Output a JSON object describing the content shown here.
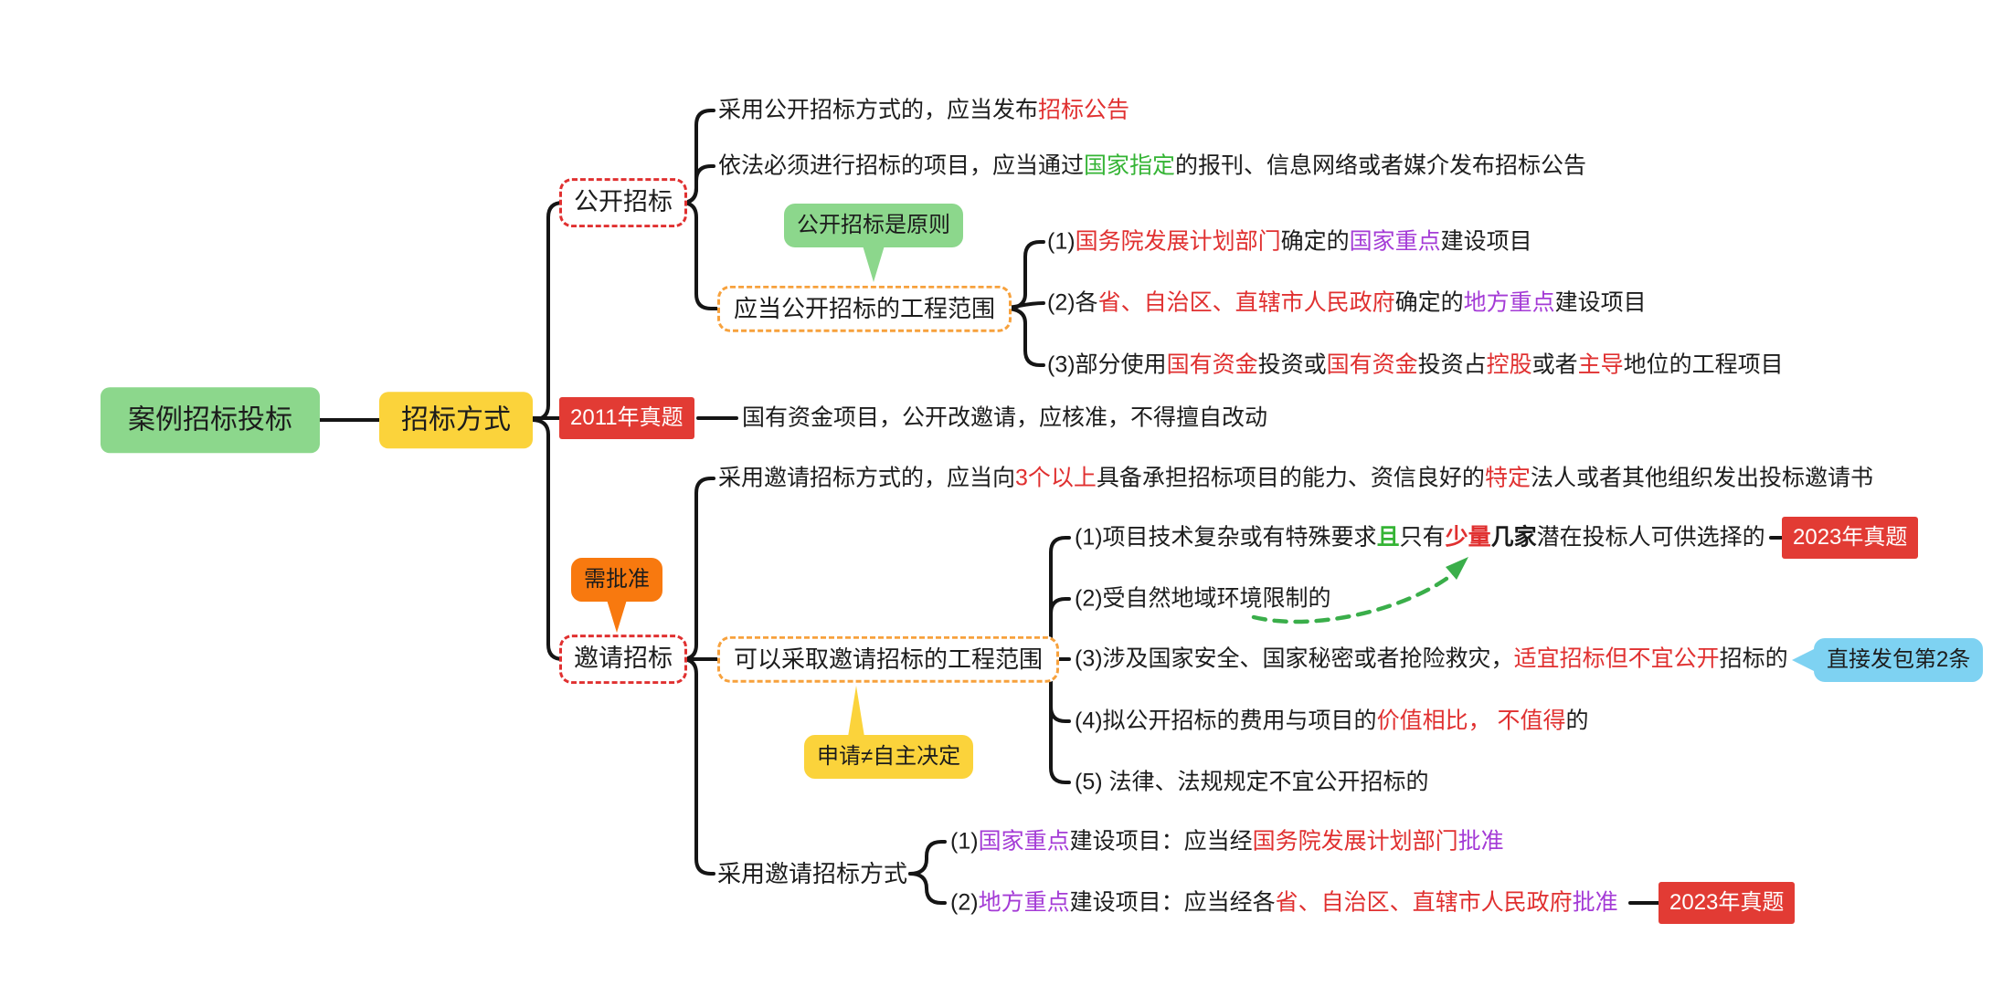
{
  "colors": {
    "line": "#151515",
    "node_green": "#8CD78C",
    "node_yellow": "#FBD33B",
    "badge_red": "#E23B34",
    "dashed_red_border": "#E03030",
    "dashed_orange_border": "#F7A13C",
    "callout_orange": "#F8790F",
    "callout_blue": "#7ED2F2",
    "text_red": "#E03030",
    "text_purple": "#A43BD6",
    "text_green": "#35B435",
    "hint_arrow_green": "#3AAE4A"
  },
  "nodes": {
    "root": {
      "label": "案例招标投标"
    },
    "method": {
      "label": "招标方式"
    },
    "open": {
      "label": "公开招标",
      "principle_callout": "公开招标是原则",
      "rule_announce": [
        {
          "t": "采用公开招标方式的，应当发布"
        },
        {
          "t": "招标公告",
          "c": "red"
        }
      ],
      "rule_media": [
        {
          "t": "依法必须进行招标的项目，应当通过"
        },
        {
          "t": "国家指定",
          "c": "green"
        },
        {
          "t": "的报刊、信息网络或者媒介发布招标公告"
        }
      ],
      "scope": {
        "label": "应当公开招标的工程范围",
        "items": [
          [
            {
              "t": "(1)"
            },
            {
              "t": "国务院发展计划部门",
              "c": "red"
            },
            {
              "t": "确定的"
            },
            {
              "t": "国家重点",
              "c": "purple"
            },
            {
              "t": "建设项目"
            }
          ],
          [
            {
              "t": "(2)各"
            },
            {
              "t": "省、自治区、直辖市人民政府",
              "c": "red"
            },
            {
              "t": "确定的"
            },
            {
              "t": "地方重点",
              "c": "purple"
            },
            {
              "t": "建设项目"
            }
          ],
          [
            {
              "t": "(3)部分使用"
            },
            {
              "t": "国有资金",
              "c": "red"
            },
            {
              "t": "投资或"
            },
            {
              "t": "国有资金",
              "c": "red"
            },
            {
              "t": "投资占"
            },
            {
              "t": "控股",
              "c": "red"
            },
            {
              "t": "或者"
            },
            {
              "t": "主导",
              "c": "red"
            },
            {
              "t": "地位的工程项目"
            }
          ]
        ]
      }
    },
    "exam2011": {
      "badge": "2011年真题",
      "note": [
        {
          "t": "国有资金项目，公开改邀请，应核准，不得擅自改动"
        }
      ]
    },
    "invite": {
      "label": "邀请招标",
      "approval_callout": "需批准",
      "rule": [
        {
          "t": "采用邀请招标方式的，应当向"
        },
        {
          "t": "3个以上",
          "c": "red"
        },
        {
          "t": "具备承担招标项目的能力、资信良好的"
        },
        {
          "t": "特定",
          "c": "red"
        },
        {
          "t": "法人或者其他组织发出投标邀请书"
        }
      ],
      "scope": {
        "label": "可以采取邀请招标的工程范围",
        "apply_callout": "申请≠自主决定",
        "item1_badge": "2023年真题",
        "item3_callout": "直接发包第2条",
        "items": [
          [
            {
              "t": "(1)项目技术复杂或有特殊要求"
            },
            {
              "t": "且",
              "c": "green",
              "b": true
            },
            {
              "t": "只有"
            },
            {
              "t": "少量",
              "c": "red",
              "b": true
            },
            {
              "t": "几家",
              "b": true
            },
            {
              "t": "潜在投标人可供选择的"
            }
          ],
          [
            {
              "t": "(2)受自然地域环境限制的"
            }
          ],
          [
            {
              "t": "(3)涉及国家安全、国家秘密或者抢险救灾，"
            },
            {
              "t": "适宜招标但不宜公开",
              "c": "red"
            },
            {
              "t": "招标的"
            }
          ],
          [
            {
              "t": "(4)拟公开招标的费用与项目的"
            },
            {
              "t": "价值相比， 不值得",
              "c": "red"
            },
            {
              "t": "的"
            }
          ],
          [
            {
              "t": "(5) 法律、法规规定不宜公开招标的"
            }
          ]
        ]
      },
      "approval": {
        "label": "采用邀请招标方式",
        "item2_badge": "2023年真题",
        "items": [
          [
            {
              "t": "(1)"
            },
            {
              "t": "国家重点",
              "c": "purple"
            },
            {
              "t": "建设项目：应当经"
            },
            {
              "t": "国务院发展计划部门",
              "c": "red"
            },
            {
              "t": "批准",
              "c": "purple"
            }
          ],
          [
            {
              "t": "(2)"
            },
            {
              "t": "地方重点",
              "c": "purple"
            },
            {
              "t": "建设项目：应当经各"
            },
            {
              "t": "省、自治区、直辖市人民政府",
              "c": "red"
            },
            {
              "t": "批准",
              "c": "purple"
            }
          ]
        ]
      }
    }
  }
}
